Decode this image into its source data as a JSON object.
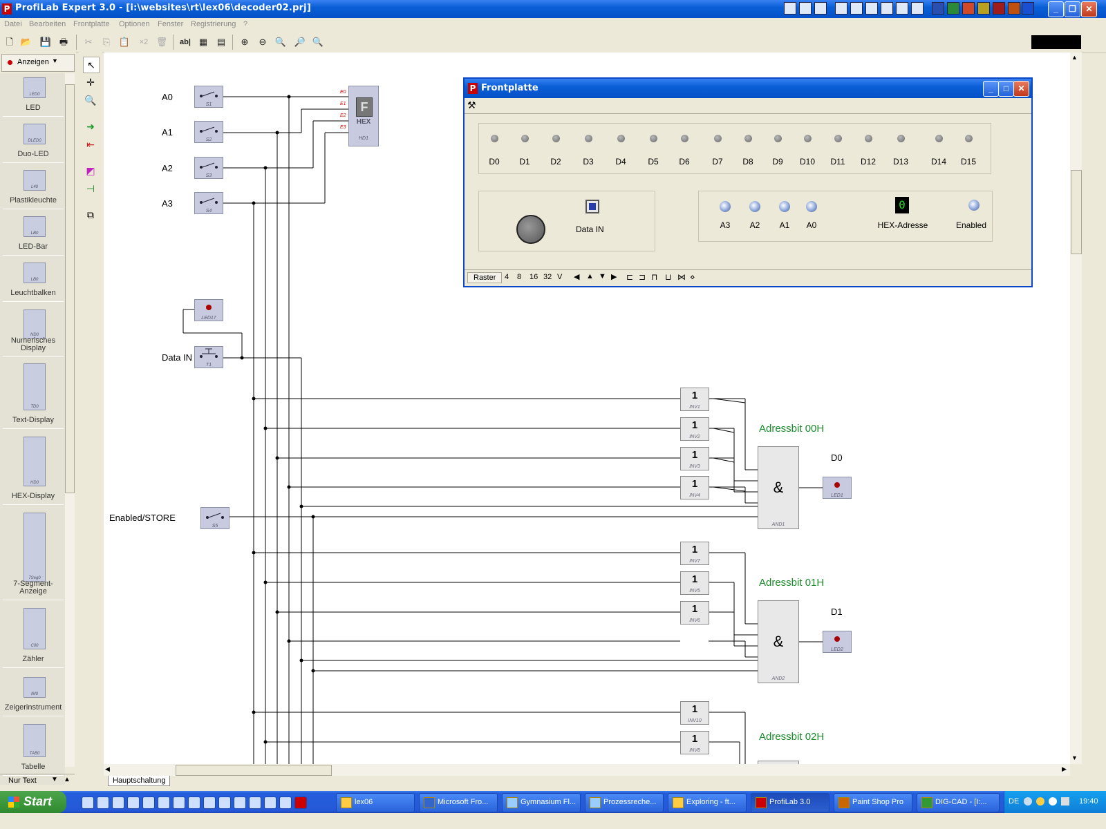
{
  "window": {
    "title": "ProfiLab Expert 3.0 - [i:\\websites\\rt\\lex06\\decoder02.prj]",
    "icon": "profilab-app-icon"
  },
  "menu": [
    "Datei",
    "Bearbeiten",
    "Frontplatte",
    "Optionen",
    "Fenster",
    "Registrierung",
    "?"
  ],
  "toolbar": {
    "copy_times_label": "×2",
    "text_tool_label": "ab|"
  },
  "palette": {
    "category": "Anzeigen",
    "items": [
      {
        "label": "LED",
        "sub": "LED0"
      },
      {
        "label": "Duo-LED",
        "sub": "DLED0"
      },
      {
        "label": "Plastikleuchte",
        "sub": "L40"
      },
      {
        "label": "LED-Bar",
        "sub": "LB0"
      },
      {
        "label": "Leuchtbalken",
        "sub": "LB0"
      },
      {
        "label": "Numerisches\nDisplay",
        "sub": "ND0"
      },
      {
        "label": "Text-Display",
        "sub": "TD0"
      },
      {
        "label": "HEX-Display",
        "sub": "HD0"
      },
      {
        "label": "7-Segment-\nAnzeige",
        "sub": "7Seg0"
      },
      {
        "label": "Zähler",
        "sub": "C00"
      },
      {
        "label": "Zeigerinstrument",
        "sub": "IM0"
      },
      {
        "label": "Tabelle",
        "sub": "TAB0"
      }
    ],
    "filter": "Nur Text"
  },
  "circuit": {
    "inputs": [
      {
        "label": "A0",
        "sub": "S1"
      },
      {
        "label": "A1",
        "sub": "S2"
      },
      {
        "label": "A2",
        "sub": "S3"
      },
      {
        "label": "A3",
        "sub": "S4"
      }
    ],
    "hex": {
      "glyph": "F",
      "label": "HEX",
      "sub": "HD1",
      "pins": [
        "E0",
        "E1",
        "E2",
        "E3"
      ]
    },
    "led17": "LED17",
    "data_in": {
      "label": "Data IN",
      "sub": "T1"
    },
    "enabled": {
      "label": "Enabled/STORE",
      "sub": "S5"
    },
    "inverters": [
      {
        "sub": "INV1"
      },
      {
        "sub": "INV2"
      },
      {
        "sub": "INV3"
      },
      {
        "sub": "INV4"
      },
      {
        "sub": "INV7"
      },
      {
        "sub": "INV5"
      },
      {
        "sub": "INV6"
      },
      {
        "sub": "INV10"
      },
      {
        "sub": "INV8"
      }
    ],
    "inverter_symbol": "1",
    "and_symbol": "&",
    "ands": [
      {
        "sub": "AND1"
      },
      {
        "sub": "AND2"
      }
    ],
    "groups": [
      {
        "title": "Adressbit 00H",
        "out": "D0",
        "led": "LED1"
      },
      {
        "title": "Adressbit 01H",
        "out": "D1",
        "led": "LED2"
      },
      {
        "title": "Adressbit 02H"
      }
    ]
  },
  "frontplatte": {
    "title": "Frontplatte",
    "outputs": [
      "D0",
      "D1",
      "D2",
      "D3",
      "D4",
      "D5",
      "D6",
      "D7",
      "D8",
      "D9",
      "D10",
      "D11",
      "D12",
      "D13",
      "D14",
      "D15"
    ],
    "data_in_label": "Data IN",
    "address_leds": [
      "A3",
      "A2",
      "A1",
      "A0"
    ],
    "hex_value": "0",
    "hex_label": "HEX-Adresse",
    "enabled_label": "Enabled",
    "status": {
      "raster": "Raster",
      "grid_options": [
        "4",
        "8",
        "16",
        "32",
        "V"
      ]
    }
  },
  "tabs": [
    "Hauptschaltung"
  ],
  "taskbar": {
    "start": "Start",
    "tasks": [
      "lex06",
      "Microsoft Fro...",
      "Gymnasium Fl...",
      "Prozessreche...",
      "Exploring - ft...",
      "ProfiLab 3.0",
      "Paint Shop Pro",
      "DIG-CAD - [I:..."
    ],
    "active": "ProfiLab 3.0",
    "lang": "DE",
    "clock": "19:40"
  },
  "colors": {
    "titlebar": "#0a5fd6",
    "group_label": "#1a8a2a",
    "hex_display": "#1ee01e",
    "led_red": "#aa0000"
  }
}
